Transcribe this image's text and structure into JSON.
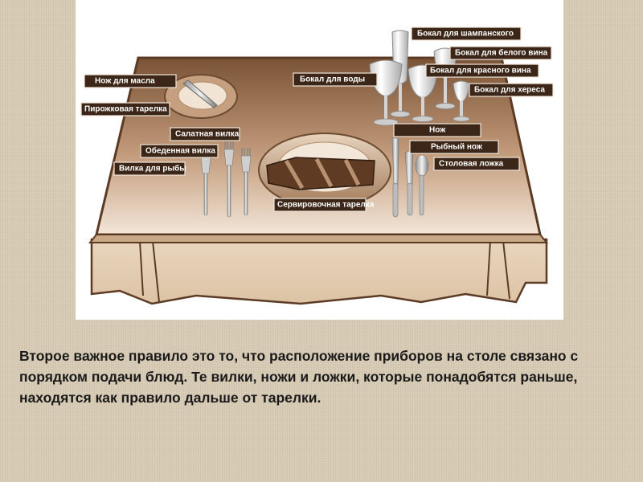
{
  "diagram": {
    "labels": {
      "champagne_glass": "Бокал для шампанского",
      "white_wine_glass": "Бокал для белого вина",
      "red_wine_glass": "Бокал для красного вина",
      "sherry_glass": "Бокал для хереса",
      "water_glass": "Бокал для воды",
      "butter_knife": "Нож для масла",
      "bread_plate": "Пирожковая тарелка",
      "salad_fork": "Салатная вилка",
      "dinner_fork": "Обеденная вилка",
      "fish_fork": "Вилка для рыбы",
      "knife": "Нож",
      "fish_knife": "Рыбный нож",
      "soup_spoon": "Столовая ложка",
      "service_plate": "Сервировочная тарелка"
    }
  },
  "caption": "Второе важное правило это то, что расположение приборов на столе связано с порядком подачи блюд. Те вилки, ножи и ложки, которые понадобятся раньше, находятся как правило дальше от тарелки.",
  "colors": {
    "background": "#d7cbb5",
    "label_fill": "#3c2617",
    "tablecloth": "#e2ccb0",
    "table_edge": "#5c3a24"
  }
}
